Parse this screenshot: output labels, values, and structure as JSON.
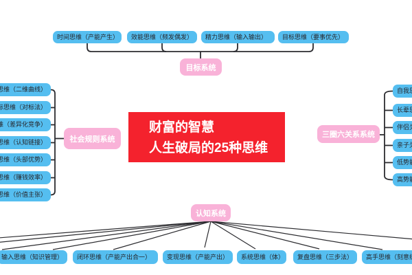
{
  "root": {
    "title_line1": "财富的智慧",
    "title_line2": "人生破局的25种思维"
  },
  "colors": {
    "root_red": "#F4222D",
    "category_pink": "#F9B2D8",
    "leaf_blue": "#55BEF0",
    "wire_dark": "#2b2b2f",
    "leaf_text": "#26262b",
    "category_text": "#ffffff"
  },
  "branches": {
    "goal": {
      "label": "目标系统",
      "children": [
        "时间思维（产能产生）",
        "效能思维（频发偶发）",
        "精力思维（输入输出）",
        "目标思维（要事优先）"
      ]
    },
    "social": {
      "label": "社会规则系统",
      "children": [
        "成长思维（二维曲线）",
        "对标思维（对标法）",
        "竞争思维（差异化竞争）",
        "连接思维（认知链接）",
        "头部思维（头部优势）",
        "效率思维（赚钱效率）",
        "定位思维（价值主张）"
      ]
    },
    "relations": {
      "label": "三圈六关系系统",
      "children": [
        "自我思维",
        "长辈思维",
        "伴侣关系",
        "亲子关系",
        "低势能者",
        "高势能者"
      ]
    },
    "cognition": {
      "label": "认知系统",
      "children": [
        "输入思维（知识管理）",
        "闭环思维（产能产出合一）",
        "变现思维（产能产出）",
        "系统思维（体）",
        "复盘思维（三步法）",
        "高手思维（刻意练习）"
      ]
    }
  }
}
